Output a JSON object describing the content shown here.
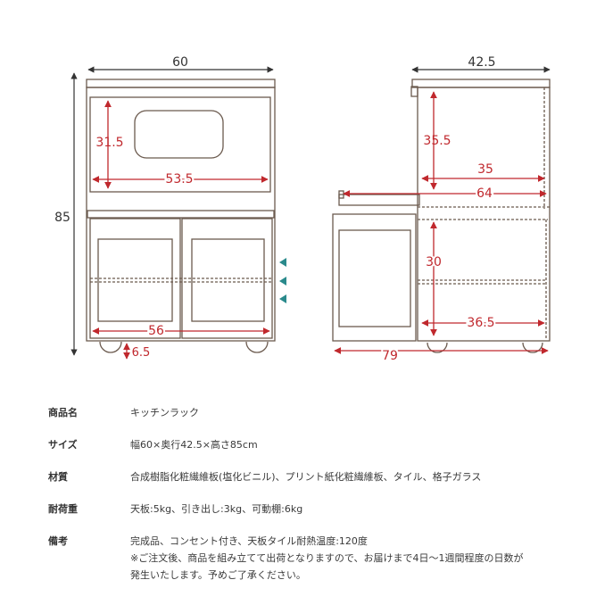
{
  "diagram": {
    "front_view": {
      "width_label": "60",
      "height_label": "85",
      "window_height_label": "31.5",
      "window_width_label": "53.5",
      "door_width_label": "56",
      "caster_height_label": "6.5"
    },
    "side_view": {
      "depth_label": "42.5",
      "upper_height_label": "35.5",
      "upper_depth_label": "35",
      "pullout_extended_label": "64",
      "lower_height_label": "30",
      "lower_depth_label": "36.5",
      "total_extended_label": "79"
    },
    "colors": {
      "outline": "#6b5a4e",
      "dimension_red": "#c0282d",
      "dimension_black": "#333333",
      "arrow_teal": "#2a8a8c"
    }
  },
  "specs": [
    {
      "label": "商品名",
      "value": "キッチンラック"
    },
    {
      "label": "サイズ",
      "value": "幅60×奥行42.5×高さ85cm"
    },
    {
      "label": "材質",
      "value": "合成樹脂化粧繊維板(塩化ビニル)、プリント紙化粧繊維板、タイル、格子ガラス"
    },
    {
      "label": "耐荷重",
      "value": "天板:5kg、引き出し:3kg、可動棚:6kg"
    },
    {
      "label": "備考",
      "value": "完成品、コンセント付き、天板タイル耐熱温度:120度",
      "value2": "※ご注文後、商品を組み立てて出荷となりますので、お届けまで4日～1週間程度の日数が",
      "value3": "発生いたします。予めご了承ください。"
    }
  ]
}
